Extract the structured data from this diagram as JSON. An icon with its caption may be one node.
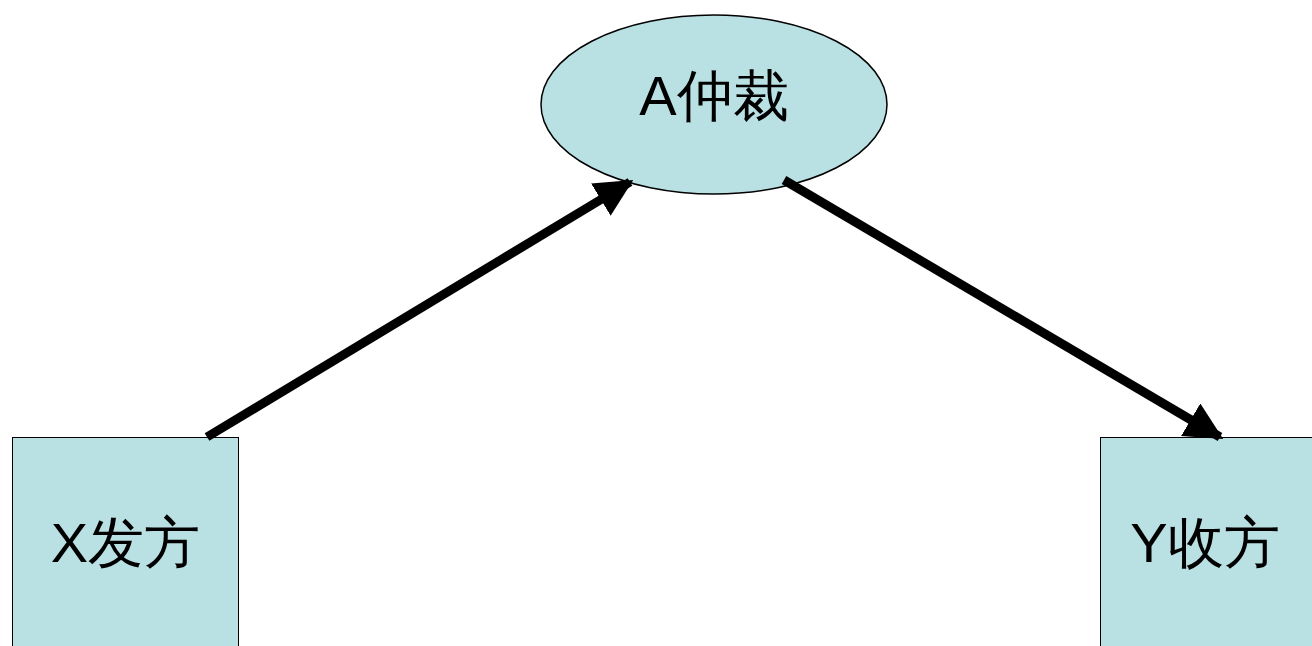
{
  "diagram": {
    "nodes": [
      {
        "text": [
          "A仲裁"
        ]
      },
      {
        "text": [
          "X发方"
        ]
      },
      {
        "text": [
          "Y收方"
        ]
      }
    ],
    "edges": [
      {
        "from": 1,
        "to": 0,
        "arrow": "to"
      },
      {
        "from": 0,
        "to": 2,
        "arrow": "to"
      }
    ]
  }
}
